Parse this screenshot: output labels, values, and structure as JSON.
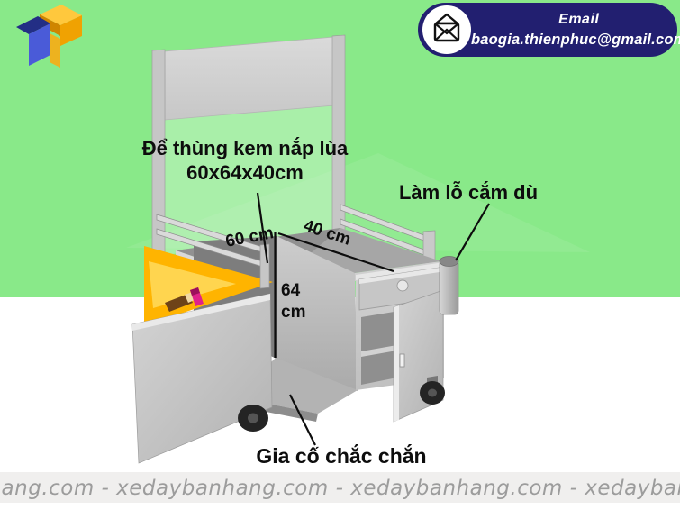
{
  "colors": {
    "background_green": "#89e989",
    "background_white": "#ffffff",
    "pill_navy": "#221f70",
    "interior_yellow": "#ffb400",
    "metal_gray": "#c6c6c6",
    "annotation_black": "#0d0d0d",
    "watermark_gray": "#9c9c9c",
    "logo_yellow": "#f7a81b",
    "logo_blue": "#4455cc"
  },
  "contact": {
    "label": "Email",
    "address": "baogia.thienphuc@gmail.com"
  },
  "diagram": {
    "box_note_line1": "Để thùng kem nắp lùa",
    "box_note_line2": "60x64x40cm",
    "umbrella_note": "Làm lỗ cắm dù",
    "reinforce_note": "Gia cố chắc chắn",
    "dims": {
      "width": "60 cm",
      "depth": "40 cm",
      "height_value": "64",
      "height_unit": "cm"
    }
  },
  "watermark": {
    "text": "xedaybanhang.com - xedaybanhang.com - xedaybanhang.com - xedaybanhang.com"
  }
}
